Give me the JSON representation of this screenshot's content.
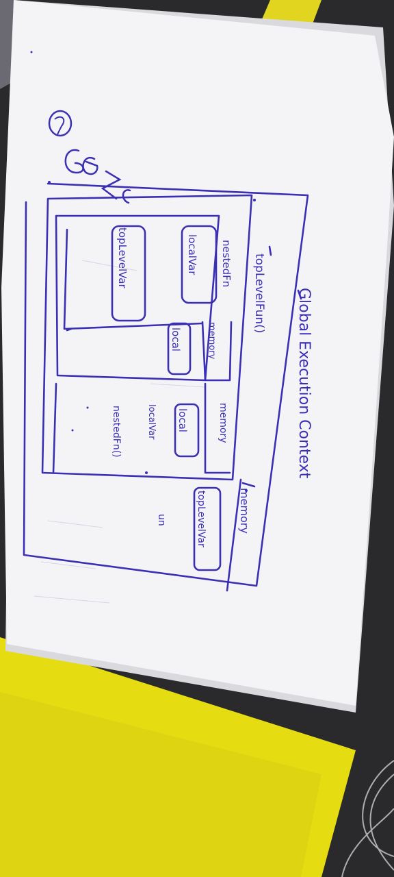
{
  "photo": {
    "paper_color": "#f4f4f6",
    "ink_color": "#3b2fb3",
    "table_color": "#e6dc12"
  },
  "notes": {
    "page_number": "7",
    "abbrev": "GEC",
    "global_title": "Global Execution Context",
    "global_memory": "memory",
    "top_level_var_box": "topLevelVar",
    "un": "un",
    "toplevel_fn_title": "topLevelFun()",
    "toplevel_fn_memory": "memory",
    "localvar": "localVar",
    "local_box": "local",
    "nestedfn_label": "nestedFn",
    "nested_fn_title": "nestedFn()",
    "nested_memory": "memory",
    "localvar_box": "localVar",
    "local_box_2": "local",
    "toplevelvar_2": "topLevelVar"
  }
}
